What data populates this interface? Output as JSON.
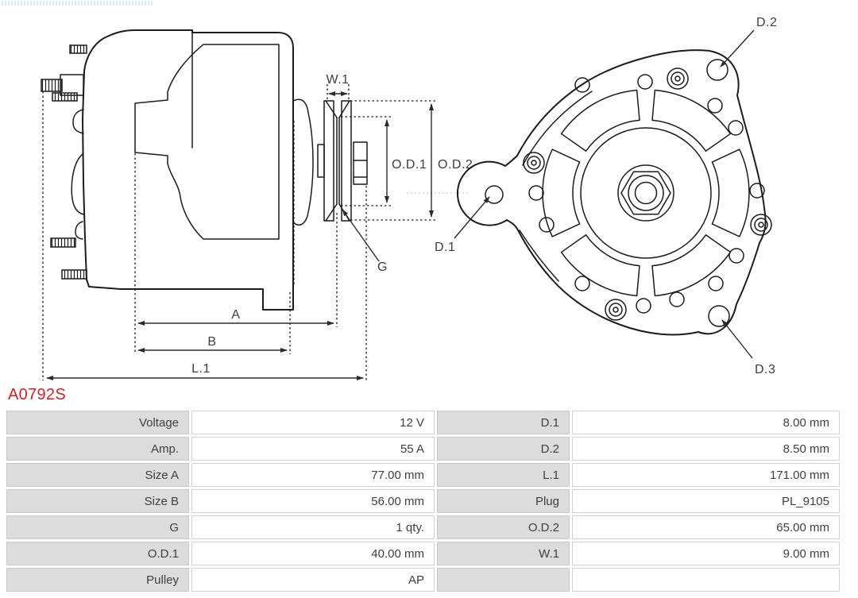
{
  "part": {
    "number": "A0792S"
  },
  "diagram": {
    "dimension_labels": {
      "w1": "W.1",
      "od1": "O.D.1",
      "od2": "O.D.2",
      "g": "G",
      "d1": "D.1",
      "d2": "D.2",
      "d3": "D.3",
      "a": "A",
      "b": "B",
      "l1": "L.1"
    }
  },
  "spec_table": {
    "rows": [
      [
        "Voltage",
        "12 V",
        "D.1",
        "8.00 mm"
      ],
      [
        "Amp.",
        "55 A",
        "D.2",
        "8.50 mm"
      ],
      [
        "Size A",
        "77.00 mm",
        "L.1",
        "171.00 mm"
      ],
      [
        "Size B",
        "56.00 mm",
        "Plug",
        "PL_9105"
      ],
      [
        "G",
        "1 qty.",
        "O.D.2",
        "65.00 mm"
      ],
      [
        "O.D.1",
        "40.00 mm",
        "W.1",
        "9.00 mm"
      ],
      [
        "Pulley",
        "AP",
        "",
        ""
      ]
    ]
  },
  "colors": {
    "part_number_red": "#cc2229",
    "table_label_bg": "#dcdcdc",
    "table_border": "#d2d2d2",
    "line_color": "#1c1c1c",
    "text_color": "#3f3f3f"
  }
}
